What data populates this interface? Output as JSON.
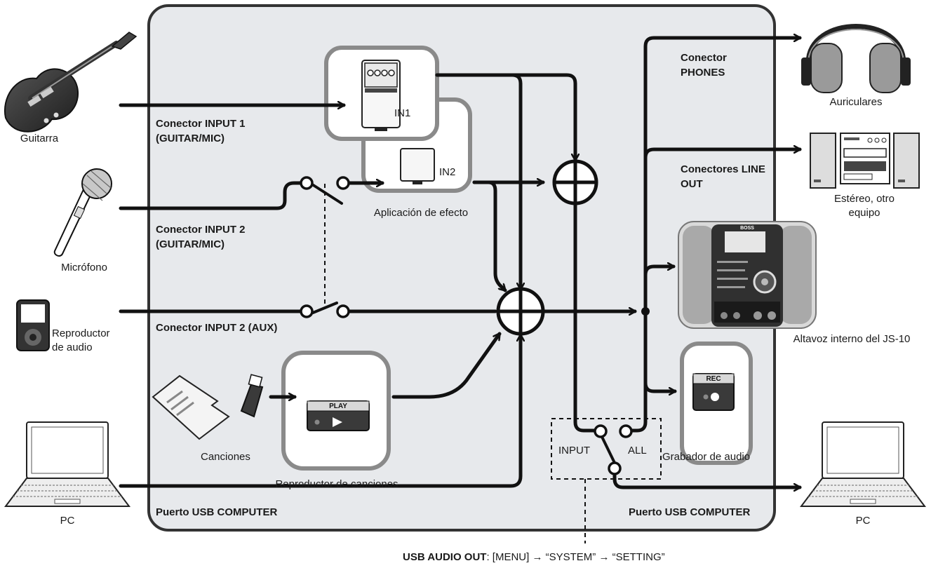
{
  "devices": {
    "guitar": "Guitarra",
    "microphone": "Micrófono",
    "audio_player_line1": "Reproductor",
    "audio_player_line2": "de audio",
    "pc_left": "PC",
    "pc_right": "PC",
    "headphones": "Auriculares",
    "stereo_line1": "Estéreo, otro",
    "stereo_line2": "equipo",
    "internal_speaker": "Altavoz interno del JS-10",
    "songs": "Canciones"
  },
  "connectors": {
    "input1_line1": "Conector INPUT 1",
    "input1_line2": "(GUITAR/MIC)",
    "input2_line1": "Conector INPUT 2",
    "input2_line2": "(GUITAR/MIC)",
    "input2_aux": "Conector INPUT 2 (AUX)",
    "usb_left": "Puerto USB COMPUTER",
    "usb_right": "Puerto USB COMPUTER",
    "phones_line1": "Conector",
    "phones_line2": "PHONES",
    "line_out_line1": "Conectores LINE",
    "line_out_line2": "OUT"
  },
  "blocks": {
    "effect_app": "Aplicación de efecto",
    "in1": "IN1",
    "in2": "IN2",
    "song_player": "Reproductor de canciones",
    "play_button": "PLAY",
    "audio_recorder": "Grabador de audio",
    "rec_button": "REC",
    "input_switch": "INPUT",
    "all_switch": "ALL"
  },
  "footer": {
    "usb_audio_out_label": "USB AUDIO OUT",
    "usb_audio_out_path": ": [MENU] → “SYSTEM” → “SETTING”"
  },
  "device_brand": "BOSS"
}
